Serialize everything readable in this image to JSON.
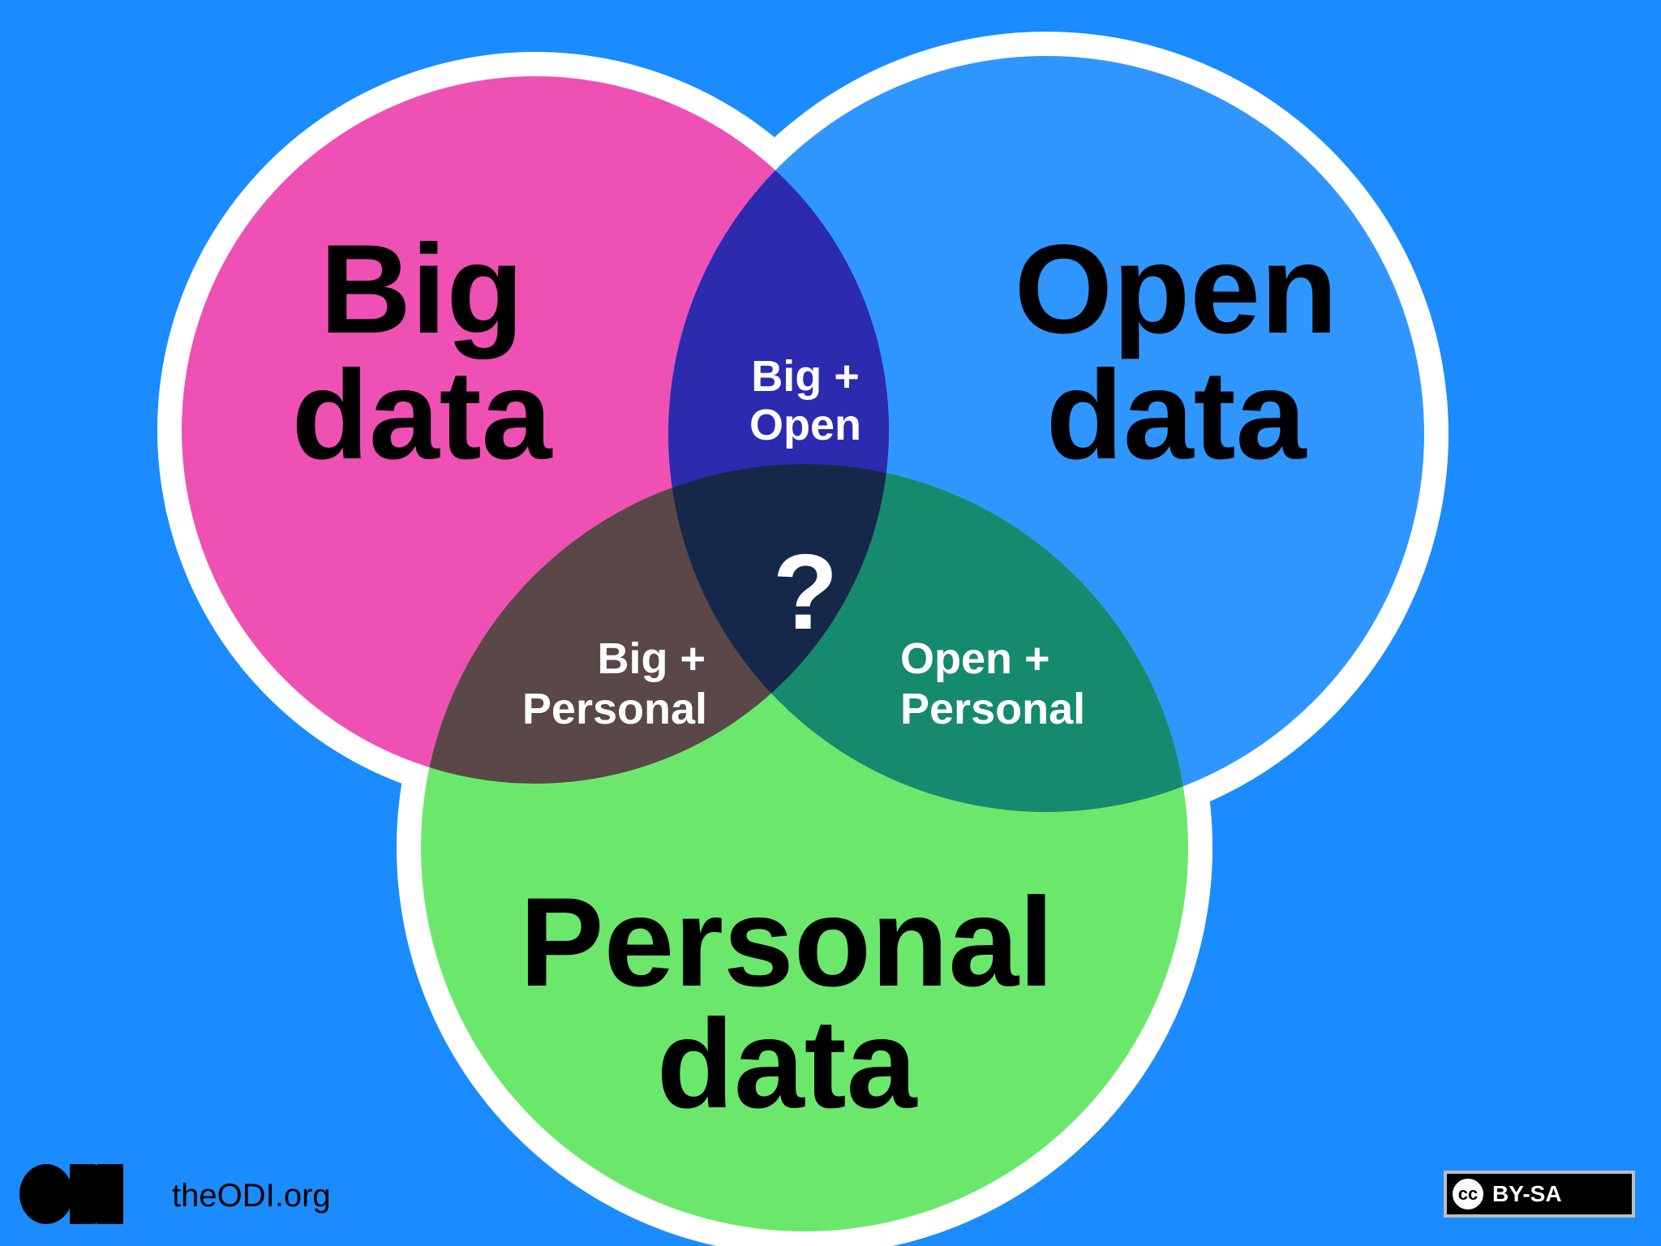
{
  "colors": {
    "background": "#1a8cff",
    "big_data": "#ef50b4",
    "open_data": "#3096ff",
    "personal_data": "#6be86b",
    "big_open": "#2c2aae",
    "big_personal": "#5a4747",
    "open_personal": "#168a6e",
    "center": "#15284a",
    "outline": "#ffffff"
  },
  "sets": {
    "big": {
      "line1": "Big",
      "line2": "data"
    },
    "open": {
      "line1": "Open",
      "line2": "data"
    },
    "personal": {
      "line1": "Personal",
      "line2": "data"
    }
  },
  "intersections": {
    "big_open": {
      "line1": "Big +",
      "line2": "Open"
    },
    "big_personal": {
      "line1": "Big +",
      "line2": "Personal"
    },
    "open_personal": {
      "line1": "Open +",
      "line2": "Personal"
    },
    "center": "?"
  },
  "footer": {
    "logo_icon": "odi-logo-icon",
    "site_url": "theODI.org",
    "license_short": "cc",
    "license_text": "BY-SA"
  }
}
